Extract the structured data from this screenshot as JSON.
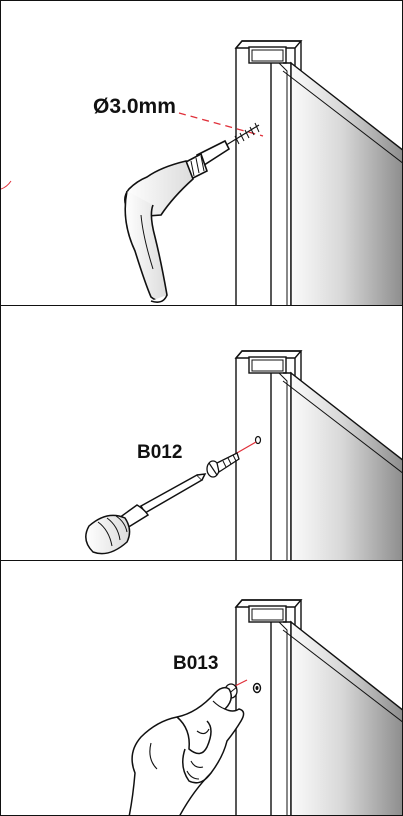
{
  "steps": [
    {
      "label": "Ø3.0mm",
      "tool": "drill-icon"
    },
    {
      "label": "B012",
      "tool": "screwdriver-icon"
    },
    {
      "label": "B013",
      "tool": "hand-icon"
    }
  ],
  "colors": {
    "line": "#111111",
    "dash": "#e0303a",
    "glass_light": "#f4f4f4",
    "glass_dark": "#8a8a8a"
  }
}
